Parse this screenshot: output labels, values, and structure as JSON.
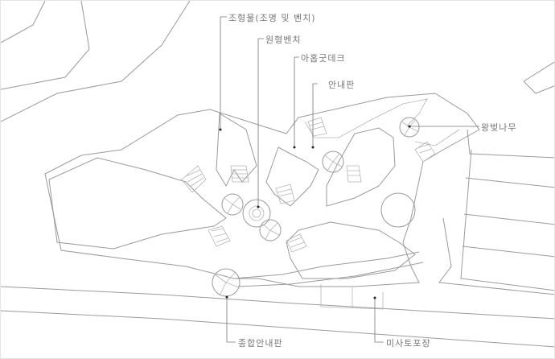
{
  "labels": {
    "sculpture": "조형물(조명 및 벤치)",
    "round_bench": "원형벤치",
    "deck": "아홉굿데크",
    "info_sign": "안내판",
    "cherry_tree": "왕벚나무",
    "main_info_sign": "종합안내판",
    "paving": "미사토포장"
  },
  "colors": {
    "line": "#9a9a9a",
    "label": "#777777"
  }
}
